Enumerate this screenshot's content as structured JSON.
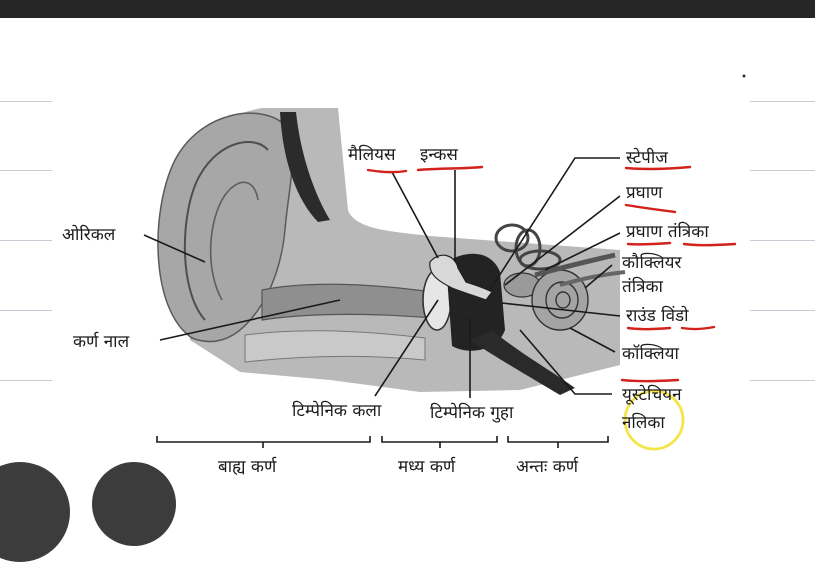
{
  "labels": {
    "auricle": "ओरिकल",
    "ear_canal": "कर्ण नाल",
    "malleus": "मैलियस",
    "incus": "इन्कस",
    "stapes": "स्टेपीज",
    "vestibule": "प्रघाण",
    "vestibular_nerve": "प्रघाण तंत्रिका",
    "cochlear_nerve_line1": "कौक्लियर",
    "cochlear_nerve_line2": "तंत्रिका",
    "round_window": "राउंड विंडो",
    "cochlea": "कॉक्लिया",
    "eustachian_line1": "यूस्टेचियन",
    "eustachian_line2": "नलिका",
    "tympanic_membrane": "टिम्पेनिक कला",
    "tympanic_cavity": "टिम्पेनिक गुहा"
  },
  "sections": {
    "outer": "बाह्य कर्ण",
    "middle": "मध्य कर्ण",
    "inner": "अन्तः कर्ण"
  },
  "colors": {
    "ink": "#1b1b1b",
    "underline": "#d3211b",
    "highlight_circle": "#f5e44a",
    "top_bar": "#262626"
  }
}
